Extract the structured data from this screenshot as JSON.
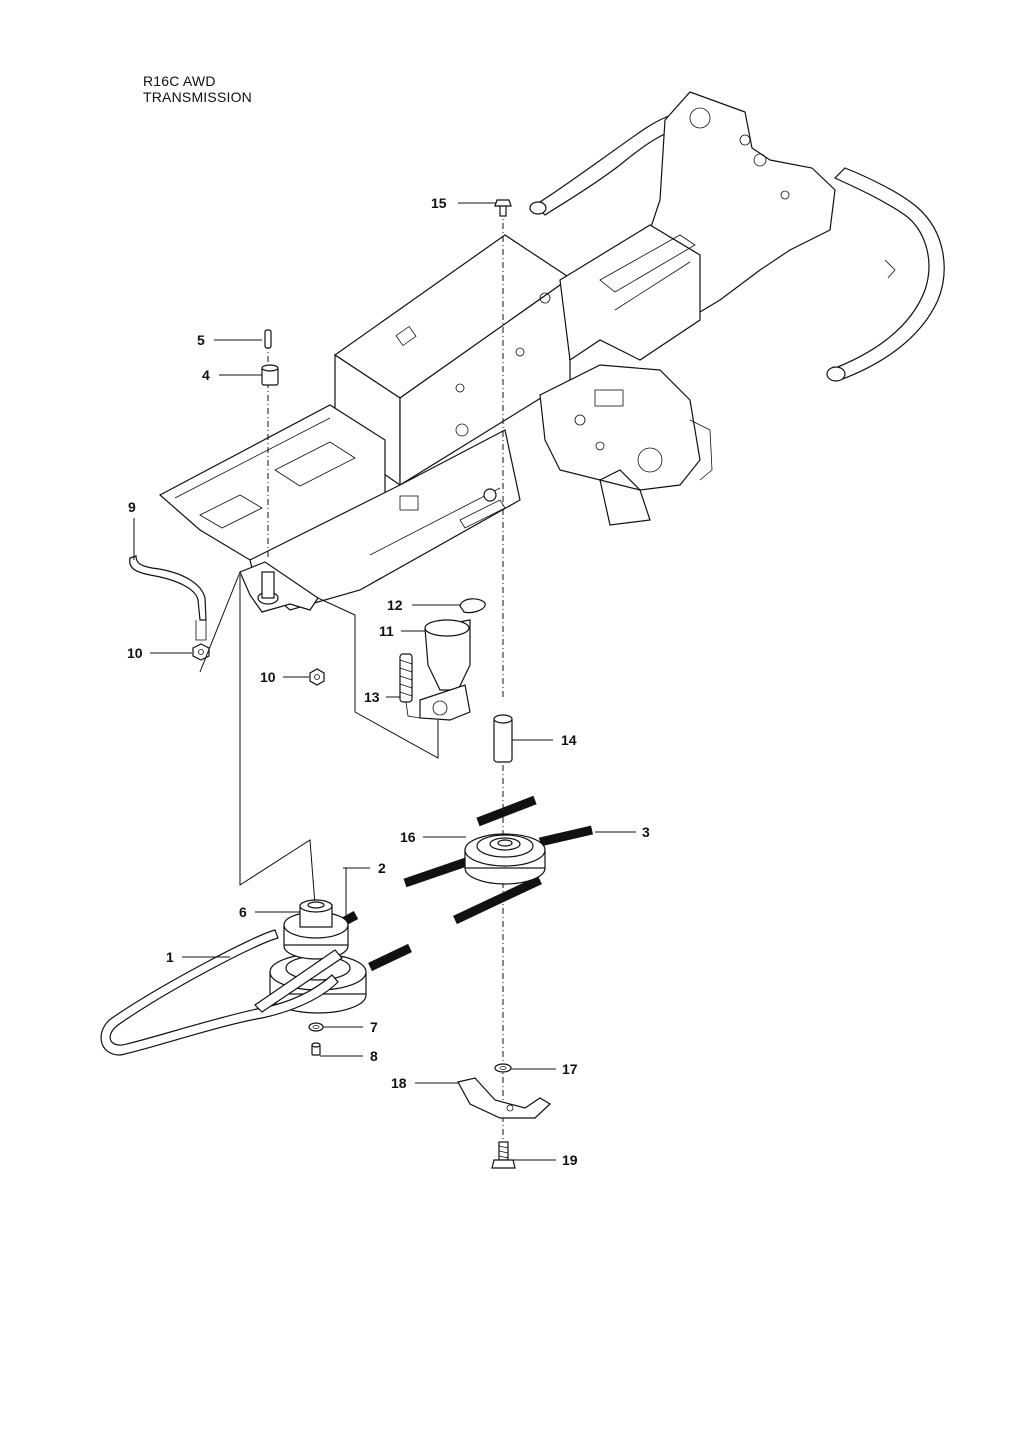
{
  "title": {
    "line1": "R16C AWD",
    "line2": "TRANSMISSION"
  },
  "callouts": [
    {
      "id": "1",
      "label": "1"
    },
    {
      "id": "2",
      "label": "2"
    },
    {
      "id": "3",
      "label": "3"
    },
    {
      "id": "4",
      "label": "4"
    },
    {
      "id": "5",
      "label": "5"
    },
    {
      "id": "6",
      "label": "6"
    },
    {
      "id": "7",
      "label": "7"
    },
    {
      "id": "8",
      "label": "8"
    },
    {
      "id": "9",
      "label": "9"
    },
    {
      "id": "10a",
      "label": "10"
    },
    {
      "id": "10b",
      "label": "10"
    },
    {
      "id": "11",
      "label": "11"
    },
    {
      "id": "12",
      "label": "12"
    },
    {
      "id": "13",
      "label": "13"
    },
    {
      "id": "14",
      "label": "14"
    },
    {
      "id": "15",
      "label": "15"
    },
    {
      "id": "16",
      "label": "16"
    },
    {
      "id": "17",
      "label": "17"
    },
    {
      "id": "18",
      "label": "18"
    },
    {
      "id": "19",
      "label": "19"
    }
  ]
}
